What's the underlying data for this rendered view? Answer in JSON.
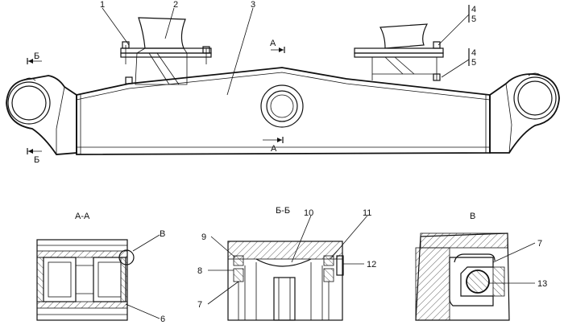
{
  "callouts": {
    "c1": "1",
    "c2": "2",
    "c3": "3",
    "c4a": "4",
    "c5a": "5",
    "c4b": "4",
    "c5b": "5",
    "c6": "6",
    "c7a": "7",
    "c7b": "7",
    "c8": "8",
    "c9": "9",
    "c10": "10",
    "c11": "11",
    "c12": "12",
    "c13": "13",
    "cB": "В"
  },
  "section_marks": {
    "a_top": "А",
    "a_bottom": "А",
    "b_top": "Б",
    "b_bottom": "Б"
  },
  "view_titles": {
    "section_aa": "А-А",
    "section_bb": "Б-Б",
    "detail_v": "В"
  }
}
